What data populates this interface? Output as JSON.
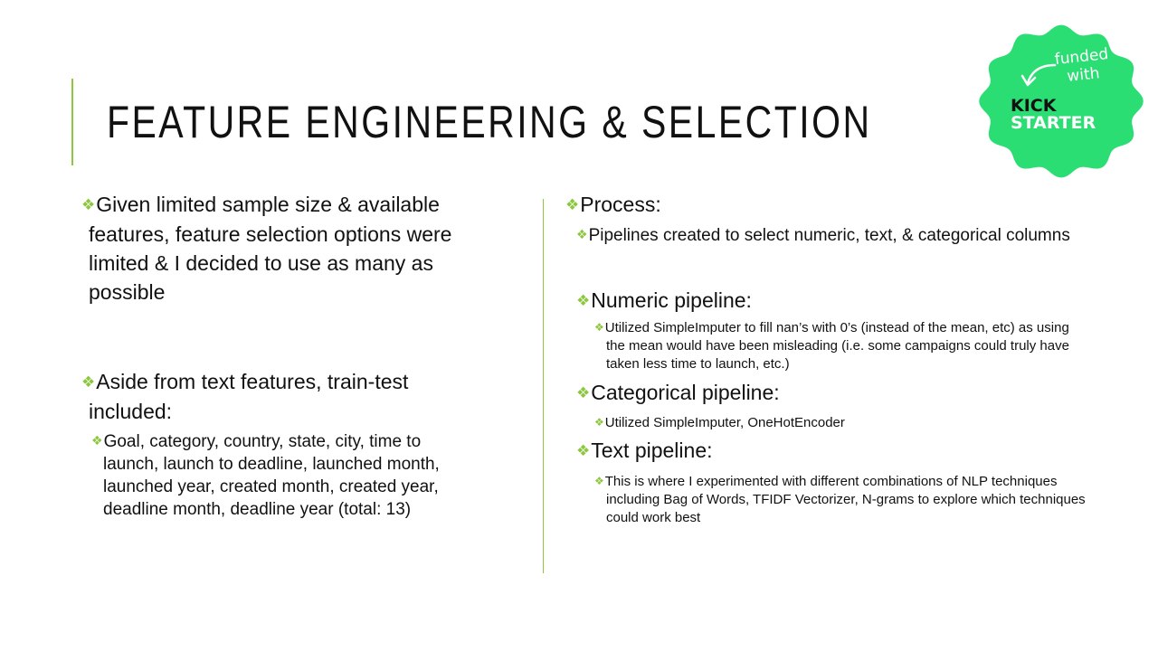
{
  "slide": {
    "title": "FEATURE ENGINEERING & SELECTION",
    "accent_color": "#8dc63f",
    "bullet_color": "#8dc63f",
    "bullet_icon": "diamond-bullet-icon"
  },
  "logo": {
    "line1": "funded",
    "line2": "with",
    "word1": "KICK",
    "word2": "STARTER",
    "badge_color": "#2bde73"
  },
  "left": {
    "item1": {
      "line1": "Given limited sample size & available",
      "line2": "features, feature selection options were",
      "line3": "limited & I decided to use as many as",
      "line4": "possible"
    },
    "item2": {
      "line1": "Aside from text features, train-test",
      "line2": "included:"
    },
    "item3": {
      "line1": "Goal, category, country, state, city, time to",
      "line2": "launch, launch to deadline, launched month,",
      "line3": "launched year, created month, created year,",
      "line4": "deadline month, deadline year (total: 13)"
    }
  },
  "right": {
    "process": "Process:",
    "pipelines": "Pipelines created to select numeric, text, & categorical columns",
    "numeric_heading": "Numeric pipeline:",
    "numeric_detail": {
      "line1": "Utilized SimpleImputer to fill nan’s with 0’s (instead of the mean, etc) as using",
      "line2": "the mean would have been misleading (i.e. some campaigns could truly have",
      "line3": "taken less time to launch, etc.)"
    },
    "categorical_heading": "Categorical pipeline:",
    "categorical_detail": "Utilized SimpleImputer, OneHotEncoder",
    "text_heading": "Text pipeline:",
    "text_detail": {
      "line1": "This is where I experimented with different combinations of NLP techniques",
      "line2": "including Bag of Words, TFIDF Vectorizer, N-grams to explore which techniques",
      "line3": "could work best"
    }
  }
}
